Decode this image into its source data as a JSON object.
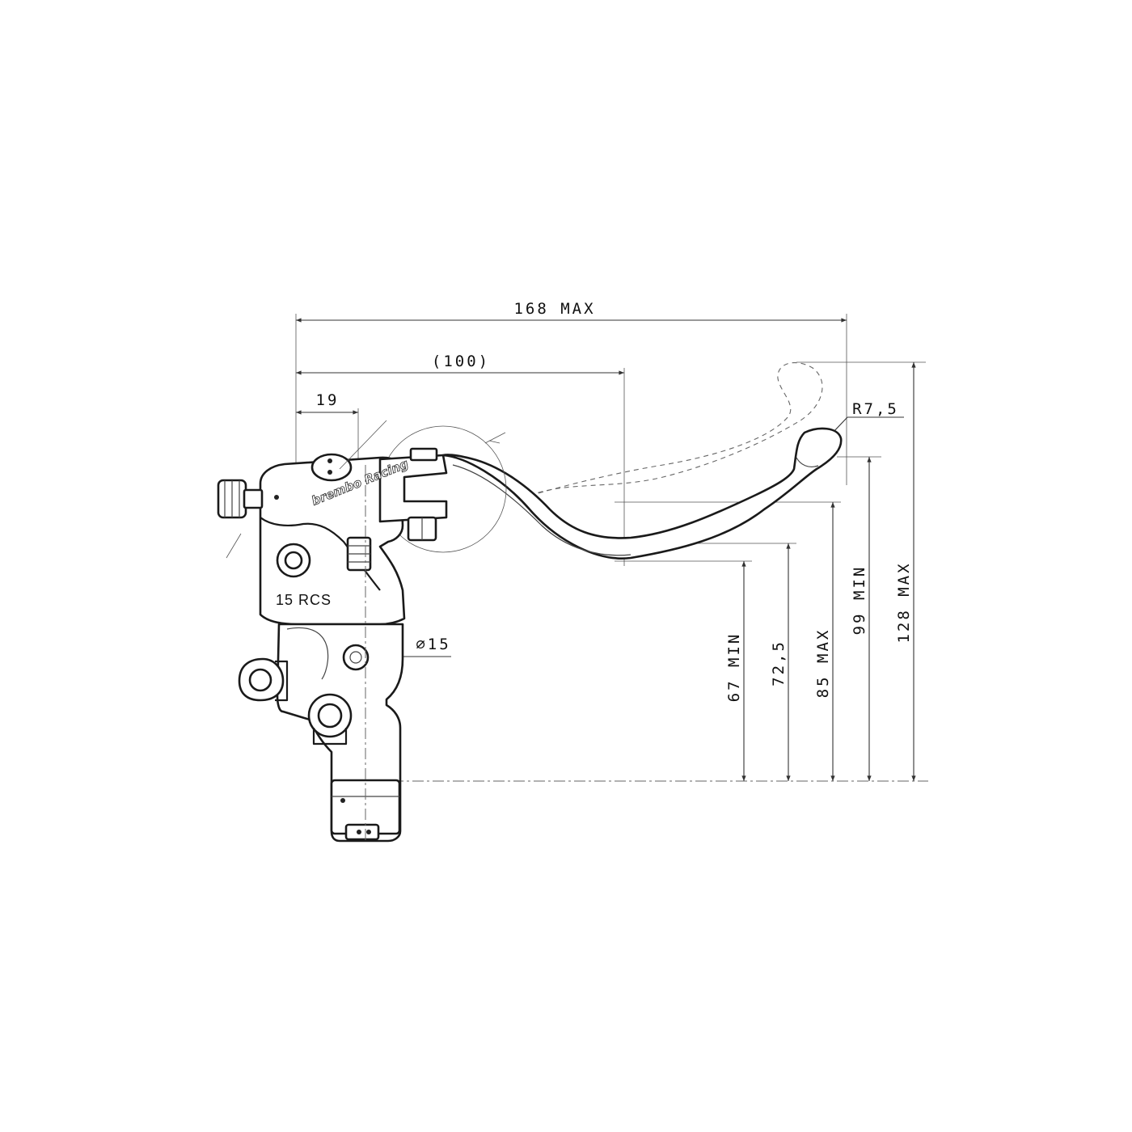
{
  "dimensions": {
    "overall_length": "168 MAX",
    "lever_pivot_distance": "(100)",
    "offset": "19",
    "tip_radius": "R7,5",
    "height_67": "67 MIN",
    "height_72": "72,5",
    "height_85": "85 MAX",
    "height_99": "99 MIN",
    "height_128": "128 MAX",
    "piston_diameter": "∅15"
  },
  "labels": {
    "model": "15 RCS",
    "brand_logo": "brembo Racing"
  }
}
